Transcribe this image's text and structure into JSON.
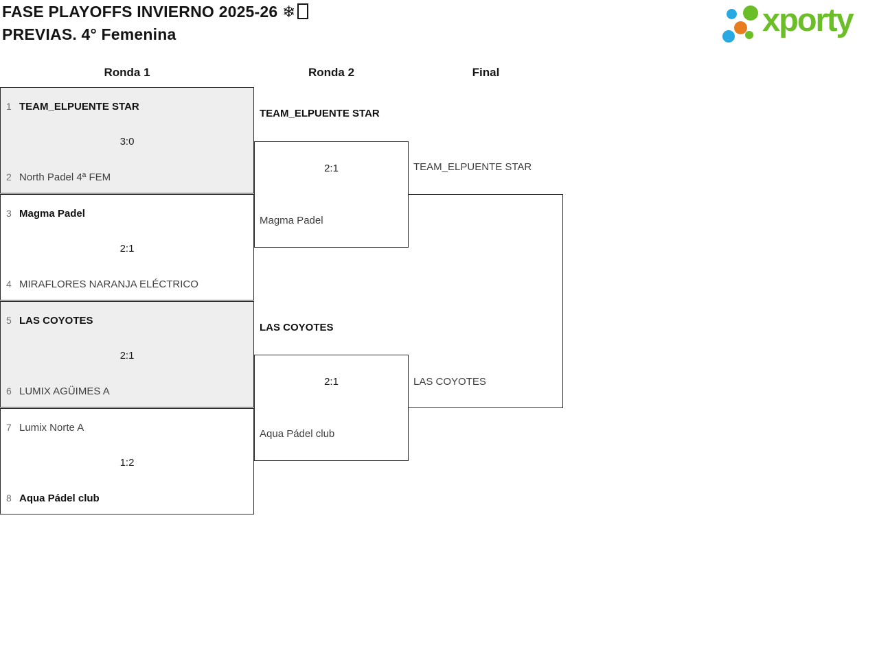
{
  "header": {
    "title_line1": "FASE PLAYOFFS INVIERNO 2025-26 ❄",
    "title_suffix_icon": "missing-glyph-box",
    "title_line2": "PREVIAS. 4° Femenina",
    "logo_text": "xporty"
  },
  "colors": {
    "logo_green": "#6cbe28",
    "logo_blue": "#29a9e1",
    "logo_orange": "#e87c1e",
    "box_shaded": "#eeeeee",
    "border": "#2b2b2b"
  },
  "columns": [
    "Ronda 1",
    "Ronda 2",
    "Final"
  ],
  "round1": [
    {
      "seed1": "1",
      "team1": "TEAM_ELPUENTE STAR",
      "score": "3:0",
      "seed2": "2",
      "team2": "North Padel 4ª FEM",
      "winner": "team1",
      "shaded": true
    },
    {
      "seed1": "3",
      "team1": "Magma Padel",
      "score": "2:1",
      "seed2": "4",
      "team2": "MIRAFLORES NARANJA ELÉCTRICO",
      "winner": "team1",
      "shaded": false
    },
    {
      "seed1": "5",
      "team1": "LAS COYOTES",
      "score": "2:1",
      "seed2": "6",
      "team2": "LUMIX AGÜIMES A",
      "winner": "team1",
      "shaded": true
    },
    {
      "seed1": "7",
      "team1": "Lumix Norte A",
      "score": "1:2",
      "seed2": "8",
      "team2": "Aqua Pádel club",
      "winner": "team2",
      "shaded": false
    }
  ],
  "round2": [
    {
      "team1": "TEAM_ELPUENTE STAR",
      "score": "2:1",
      "team2": "Magma Padel",
      "winner": "team1"
    },
    {
      "team1": "LAS COYOTES",
      "score": "2:1",
      "team2": "Aqua Pádel club",
      "winner": "team1"
    }
  ],
  "final": {
    "team1": "TEAM_ELPUENTE STAR",
    "team2": "LAS COYOTES"
  }
}
